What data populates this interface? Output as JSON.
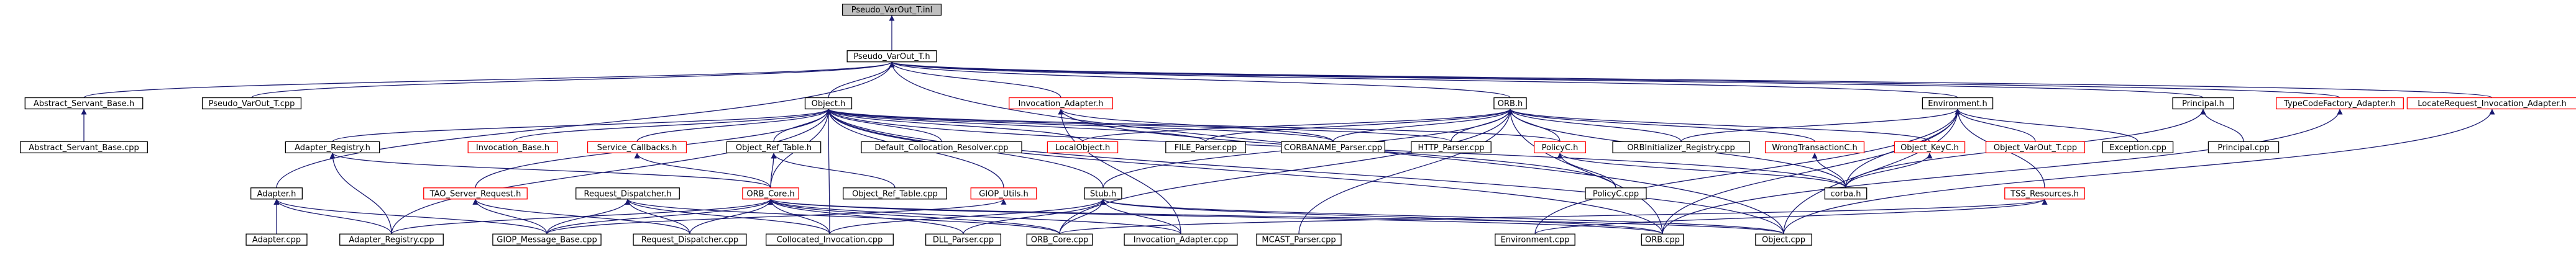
{
  "colors": {
    "edge": "#191970",
    "normal_border": "#000000",
    "missing_border": "#ff0000",
    "root_fill": "#bfbfbf",
    "node_fill": "#ffffff"
  },
  "nodes": [
    {
      "id": "root",
      "label": "Pseudo_VarOut_T.inl",
      "kind": "root"
    },
    {
      "id": "vot_h",
      "label": "Pseudo_VarOut_T.h",
      "kind": "normal"
    },
    {
      "id": "asb_h",
      "label": "Abstract_Servant_Base.h",
      "kind": "normal"
    },
    {
      "id": "asb_cpp",
      "label": "Abstract_Servant_Base.cpp",
      "kind": "normal"
    },
    {
      "id": "vot_cpp",
      "label": "Pseudo_VarOut_T.cpp",
      "kind": "normal"
    },
    {
      "id": "object_h",
      "label": "Object.h",
      "kind": "normal"
    },
    {
      "id": "inv_adapter_h",
      "label": "Invocation_Adapter.h",
      "kind": "missing"
    },
    {
      "id": "orb_h",
      "label": "ORB.h",
      "kind": "normal"
    },
    {
      "id": "environment_h",
      "label": "Environment.h",
      "kind": "normal"
    },
    {
      "id": "principal_h",
      "label": "Principal.h",
      "kind": "normal"
    },
    {
      "id": "tcf_adapter_h",
      "label": "TypeCodeFactory_Adapter.h",
      "kind": "missing"
    },
    {
      "id": "lri_adapter_h",
      "label": "LocateRequest_Invocation_Adapter.h",
      "kind": "missing"
    },
    {
      "id": "adapter_registry_h",
      "label": "Adapter_Registry.h",
      "kind": "normal"
    },
    {
      "id": "invocation_base_h",
      "label": "Invocation_Base.h",
      "kind": "missing"
    },
    {
      "id": "service_callbacks_h",
      "label": "Service_Callbacks.h",
      "kind": "missing"
    },
    {
      "id": "object_ref_table_h",
      "label": "Object_Ref_Table.h",
      "kind": "normal"
    },
    {
      "id": "default_collocation_cpp",
      "label": "Default_Collocation_Resolver.cpp",
      "kind": "normal"
    },
    {
      "id": "localobject_h",
      "label": "LocalObject.h",
      "kind": "missing"
    },
    {
      "id": "file_parser_cpp",
      "label": "FILE_Parser.cpp",
      "kind": "normal"
    },
    {
      "id": "corbaname_parser_cpp",
      "label": "CORBANAME_Parser.cpp",
      "kind": "normal"
    },
    {
      "id": "http_parser_cpp",
      "label": "HTTP_Parser.cpp",
      "kind": "normal"
    },
    {
      "id": "policyc_h",
      "label": "PolicyC.h",
      "kind": "missing"
    },
    {
      "id": "orbinit_registry_cpp",
      "label": "ORBInitializer_Registry.cpp",
      "kind": "normal"
    },
    {
      "id": "wrongtransactionc_h",
      "label": "WrongTransactionC.h",
      "kind": "missing"
    },
    {
      "id": "object_keyc_h",
      "label": "Object_KeyC.h",
      "kind": "missing"
    },
    {
      "id": "object_varout_cpp",
      "label": "Object_VarOut_T.cpp",
      "kind": "missing"
    },
    {
      "id": "exception_cpp",
      "label": "Exception.cpp",
      "kind": "normal"
    },
    {
      "id": "principal_cpp",
      "label": "Principal.cpp",
      "kind": "normal"
    },
    {
      "id": "adapter_h",
      "label": "Adapter.h",
      "kind": "normal"
    },
    {
      "id": "tao_server_request_h",
      "label": "TAO_Server_Request.h",
      "kind": "missing"
    },
    {
      "id": "request_dispatcher_h",
      "label": "Request_Dispatcher.h",
      "kind": "normal"
    },
    {
      "id": "orb_core_h",
      "label": "ORB_Core.h",
      "kind": "missing"
    },
    {
      "id": "object_ref_table_cpp",
      "label": "Object_Ref_Table.cpp",
      "kind": "normal"
    },
    {
      "id": "giop_utils_h",
      "label": "GIOP_Utils.h",
      "kind": "missing"
    },
    {
      "id": "stub_h",
      "label": "Stub.h",
      "kind": "normal"
    },
    {
      "id": "policyc_cpp",
      "label": "PolicyC.cpp",
      "kind": "normal"
    },
    {
      "id": "corba_h",
      "label": "corba.h",
      "kind": "normal"
    },
    {
      "id": "tss_resources_h",
      "label": "TSS_Resources.h",
      "kind": "missing"
    },
    {
      "id": "adapter_cpp",
      "label": "Adapter.cpp",
      "kind": "normal"
    },
    {
      "id": "adapter_registry_cpp",
      "label": "Adapter_Registry.cpp",
      "kind": "normal"
    },
    {
      "id": "giop_message_base_cpp",
      "label": "GIOP_Message_Base.cpp",
      "kind": "normal"
    },
    {
      "id": "request_dispatcher_cpp",
      "label": "Request_Dispatcher.cpp",
      "kind": "normal"
    },
    {
      "id": "collocated_invocation_cpp",
      "label": "Collocated_Invocation.cpp",
      "kind": "normal"
    },
    {
      "id": "dll_parser_cpp",
      "label": "DLL_Parser.cpp",
      "kind": "normal"
    },
    {
      "id": "orb_core_cpp",
      "label": "ORB_Core.cpp",
      "kind": "normal"
    },
    {
      "id": "invocation_adapter_cpp",
      "label": "Invocation_Adapter.cpp",
      "kind": "normal"
    },
    {
      "id": "mcast_parser_cpp",
      "label": "MCAST_Parser.cpp",
      "kind": "normal"
    },
    {
      "id": "environment_cpp",
      "label": "Environment.cpp",
      "kind": "normal"
    },
    {
      "id": "orb_cpp",
      "label": "ORB.cpp",
      "kind": "normal"
    },
    {
      "id": "object_cpp",
      "label": "Object.cpp",
      "kind": "normal"
    }
  ],
  "edges": [
    [
      "vot_h",
      "root"
    ],
    [
      "asb_h",
      "vot_h"
    ],
    [
      "vot_cpp",
      "vot_h"
    ],
    [
      "object_h",
      "vot_h"
    ],
    [
      "inv_adapter_h",
      "vot_h"
    ],
    [
      "orb_h",
      "vot_h"
    ],
    [
      "environment_h",
      "vot_h"
    ],
    [
      "principal_h",
      "vot_h"
    ],
    [
      "tcf_adapter_h",
      "vot_h"
    ],
    [
      "lri_adapter_h",
      "vot_h"
    ],
    [
      "adapter_h",
      "vot_h"
    ],
    [
      "object_cpp",
      "vot_h"
    ],
    [
      "asb_cpp",
      "asb_h"
    ],
    [
      "adapter_registry_h",
      "object_h"
    ],
    [
      "invocation_base_h",
      "object_h"
    ],
    [
      "service_callbacks_h",
      "object_h"
    ],
    [
      "object_ref_table_h",
      "object_h"
    ],
    [
      "default_collocation_cpp",
      "object_h"
    ],
    [
      "localobject_h",
      "object_h"
    ],
    [
      "file_parser_cpp",
      "object_h"
    ],
    [
      "corbaname_parser_cpp",
      "object_h"
    ],
    [
      "http_parser_cpp",
      "object_h"
    ],
    [
      "policyc_h",
      "object_h"
    ],
    [
      "tao_server_request_h",
      "object_h"
    ],
    [
      "orb_core_h",
      "object_h"
    ],
    [
      "giop_utils_h",
      "object_h"
    ],
    [
      "stub_h",
      "object_h"
    ],
    [
      "corba_h",
      "object_h"
    ],
    [
      "collocated_invocation_cpp",
      "object_h"
    ],
    [
      "adapter_registry_cpp",
      "object_h"
    ],
    [
      "orb_cpp",
      "object_h"
    ],
    [
      "object_cpp",
      "object_h"
    ],
    [
      "corbaname_parser_cpp",
      "inv_adapter_h"
    ],
    [
      "invocation_adapter_cpp",
      "inv_adapter_h"
    ],
    [
      "policyc_cpp",
      "inv_adapter_h"
    ],
    [
      "localobject_h",
      "orb_h"
    ],
    [
      "file_parser_cpp",
      "orb_h"
    ],
    [
      "corbaname_parser_cpp",
      "orb_h"
    ],
    [
      "http_parser_cpp",
      "orb_h"
    ],
    [
      "policyc_h",
      "orb_h"
    ],
    [
      "orbinit_registry_cpp",
      "orb_h"
    ],
    [
      "wrongtransactionc_h",
      "orb_h"
    ],
    [
      "object_keyc_h",
      "orb_h"
    ],
    [
      "corba_h",
      "orb_h"
    ],
    [
      "stub_h",
      "orb_h"
    ],
    [
      "mcast_parser_cpp",
      "orb_h"
    ],
    [
      "orb_cpp",
      "orb_h"
    ],
    [
      "orb_core_cpp",
      "orb_h"
    ],
    [
      "object_varout_cpp",
      "environment_h"
    ],
    [
      "exception_cpp",
      "environment_h"
    ],
    [
      "corba_h",
      "environment_h"
    ],
    [
      "tss_resources_h",
      "environment_h"
    ],
    [
      "environment_cpp",
      "environment_h"
    ],
    [
      "orbinit_registry_cpp",
      "environment_h"
    ],
    [
      "object_cpp",
      "environment_h"
    ],
    [
      "orb_cpp",
      "environment_h"
    ],
    [
      "principal_cpp",
      "principal_h"
    ],
    [
      "corba_h",
      "principal_h"
    ],
    [
      "orb_cpp",
      "tcf_adapter_h"
    ],
    [
      "object_cpp",
      "lri_adapter_h"
    ],
    [
      "adapter_registry_cpp",
      "adapter_registry_h"
    ],
    [
      "orb_core_h",
      "adapter_registry_h"
    ],
    [
      "orb_core_h",
      "service_callbacks_h"
    ],
    [
      "orb_core_h",
      "object_ref_table_h"
    ],
    [
      "object_ref_table_cpp",
      "object_ref_table_h"
    ],
    [
      "policyc_cpp",
      "policyc_h"
    ],
    [
      "corba_h",
      "policyc_h"
    ],
    [
      "corba_h",
      "wrongtransactionc_h"
    ],
    [
      "corba_h",
      "object_keyc_h"
    ],
    [
      "adapter_cpp",
      "adapter_h"
    ],
    [
      "adapter_registry_cpp",
      "adapter_h"
    ],
    [
      "giop_message_base_cpp",
      "adapter_h"
    ],
    [
      "request_dispatcher_cpp",
      "request_dispatcher_h"
    ],
    [
      "giop_message_base_cpp",
      "request_dispatcher_h"
    ],
    [
      "collocated_invocation_cpp",
      "request_dispatcher_h"
    ],
    [
      "orb_core_cpp",
      "request_dispatcher_h"
    ],
    [
      "request_dispatcher_cpp",
      "tao_server_request_h"
    ],
    [
      "giop_message_base_cpp",
      "tao_server_request_h"
    ],
    [
      "adapter_registry_cpp",
      "orb_core_h"
    ],
    [
      "giop_message_base_cpp",
      "orb_core_h"
    ],
    [
      "request_dispatcher_cpp",
      "orb_core_h"
    ],
    [
      "collocated_invocation_cpp",
      "orb_core_h"
    ],
    [
      "dll_parser_cpp",
      "orb_core_h"
    ],
    [
      "orb_core_cpp",
      "orb_core_h"
    ],
    [
      "invocation_adapter_cpp",
      "orb_core_h"
    ],
    [
      "orb_cpp",
      "orb_core_h"
    ],
    [
      "object_cpp",
      "orb_core_h"
    ],
    [
      "giop_message_base_cpp",
      "giop_utils_h"
    ],
    [
      "collocated_invocation_cpp",
      "stub_h"
    ],
    [
      "dll_parser_cpp",
      "stub_h"
    ],
    [
      "orb_core_cpp",
      "stub_h"
    ],
    [
      "invocation_adapter_cpp",
      "stub_h"
    ],
    [
      "orb_cpp",
      "stub_h"
    ],
    [
      "object_cpp",
      "stub_h"
    ],
    [
      "orb_core_cpp",
      "tss_resources_h"
    ],
    [
      "environment_cpp",
      "tss_resources_h"
    ]
  ]
}
